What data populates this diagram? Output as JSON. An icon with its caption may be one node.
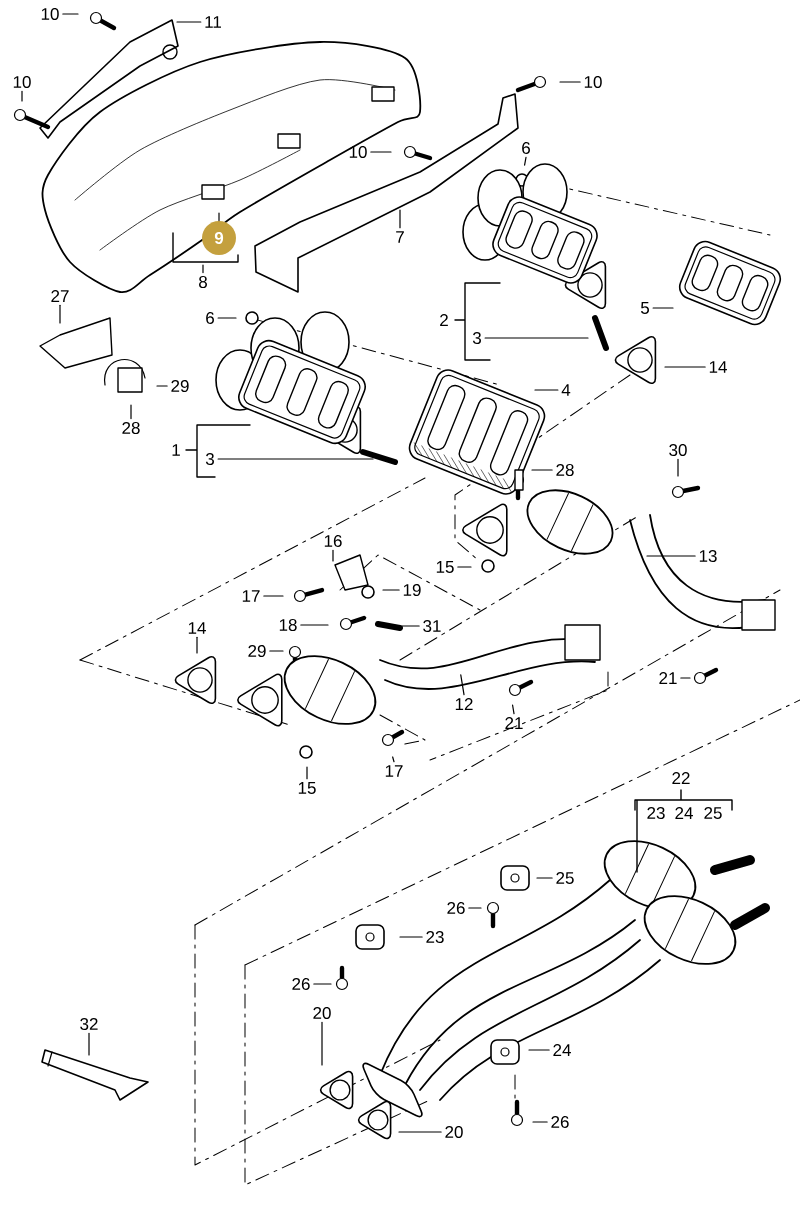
{
  "diagram": {
    "nodes": [
      {
        "text": [
          "10"
        ]
      },
      {
        "text": [
          "11"
        ]
      },
      {
        "text": [
          "10"
        ]
      },
      {
        "text": [
          "10"
        ]
      },
      {
        "text": [
          "6"
        ]
      },
      {
        "text": [
          "10"
        ]
      },
      {
        "text": [
          "7"
        ]
      },
      {
        "text": [
          "9"
        ]
      },
      {
        "text": [
          "8"
        ]
      },
      {
        "text": [
          "27"
        ]
      },
      {
        "text": [
          "6"
        ]
      },
      {
        "text": [
          "2"
        ]
      },
      {
        "text": [
          "3"
        ]
      },
      {
        "text": [
          "5"
        ]
      },
      {
        "text": [
          "14"
        ]
      },
      {
        "text": [
          "29"
        ]
      },
      {
        "text": [
          "4"
        ]
      },
      {
        "text": [
          "28"
        ]
      },
      {
        "text": [
          "1"
        ]
      },
      {
        "text": [
          "3"
        ]
      },
      {
        "text": [
          "28"
        ]
      },
      {
        "text": [
          "30"
        ]
      },
      {
        "text": [
          "13"
        ]
      },
      {
        "text": [
          "16"
        ]
      },
      {
        "text": [
          "15"
        ]
      },
      {
        "text": [
          "17"
        ]
      },
      {
        "text": [
          "19"
        ]
      },
      {
        "text": [
          "18"
        ]
      },
      {
        "text": [
          "31"
        ]
      },
      {
        "text": [
          "14"
        ]
      },
      {
        "text": [
          "29"
        ]
      },
      {
        "text": [
          "21"
        ]
      },
      {
        "text": [
          "12"
        ]
      },
      {
        "text": [
          "21"
        ]
      },
      {
        "text": [
          "17"
        ]
      },
      {
        "text": [
          "15"
        ]
      },
      {
        "text": [
          "22"
        ]
      },
      {
        "text": [
          "25"
        ]
      },
      {
        "text": [
          "26"
        ]
      },
      {
        "text": [
          "23"
        ]
      },
      {
        "text": [
          "26"
        ]
      },
      {
        "text": [
          "32"
        ]
      },
      {
        "text": [
          "20"
        ]
      },
      {
        "text": [
          "24"
        ]
      },
      {
        "text": [
          "20"
        ]
      },
      {
        "text": [
          "26"
        ]
      }
    ],
    "edges": [
      {
        "from": 0,
        "to": null,
        "arrow": "none"
      },
      {
        "from": 1,
        "to": null,
        "arrow": "none"
      },
      {
        "from": 2,
        "to": null,
        "arrow": "none"
      },
      {
        "from": 3,
        "to": null,
        "arrow": "none"
      },
      {
        "from": 4,
        "to": null,
        "arrow": "none"
      },
      {
        "from": 5,
        "to": null,
        "arrow": "none"
      },
      {
        "from": 6,
        "to": null,
        "arrow": "none"
      },
      {
        "from": 7,
        "to": null,
        "arrow": "none"
      },
      {
        "from": 8,
        "to": null,
        "arrow": "none"
      },
      {
        "from": 9,
        "to": null,
        "arrow": "none"
      },
      {
        "from": 10,
        "to": null,
        "arrow": "none"
      },
      {
        "from": 12,
        "to": null,
        "arrow": "none"
      },
      {
        "from": 13,
        "to": null,
        "arrow": "none"
      },
      {
        "from": 14,
        "to": null,
        "arrow": "none"
      },
      {
        "from": 15,
        "to": null,
        "arrow": "none"
      },
      {
        "from": 16,
        "to": null,
        "arrow": "none"
      },
      {
        "from": 17,
        "to": null,
        "arrow": "none"
      },
      {
        "from": 19,
        "to": null,
        "arrow": "none"
      },
      {
        "from": 20,
        "to": null,
        "arrow": "none"
      },
      {
        "from": 21,
        "to": null,
        "arrow": "none"
      },
      {
        "from": 22,
        "to": null,
        "arrow": "none"
      },
      {
        "from": 23,
        "to": null,
        "arrow": "none"
      },
      {
        "from": 24,
        "to": null,
        "arrow": "none"
      },
      {
        "from": 25,
        "to": null,
        "arrow": "none"
      },
      {
        "from": 26,
        "to": null,
        "arrow": "none"
      },
      {
        "from": 27,
        "to": null,
        "arrow": "none"
      },
      {
        "from": 28,
        "to": null,
        "arrow": "none"
      },
      {
        "from": 29,
        "to": null,
        "arrow": "none"
      },
      {
        "from": 30,
        "to": null,
        "arrow": "none"
      },
      {
        "from": 31,
        "to": null,
        "arrow": "none"
      },
      {
        "from": 32,
        "to": null,
        "arrow": "none"
      },
      {
        "from": 33,
        "to": null,
        "arrow": "none"
      },
      {
        "from": 34,
        "to": null,
        "arrow": "none"
      },
      {
        "from": 35,
        "to": null,
        "arrow": "none"
      },
      {
        "from": 37,
        "to": null,
        "arrow": "none"
      },
      {
        "from": 38,
        "to": null,
        "arrow": "none"
      },
      {
        "from": 39,
        "to": null,
        "arrow": "none"
      },
      {
        "from": 40,
        "to": null,
        "arrow": "none"
      },
      {
        "from": 41,
        "to": null,
        "arrow": "none"
      },
      {
        "from": 42,
        "to": null,
        "arrow": "none"
      },
      {
        "from": 43,
        "to": null,
        "arrow": "none"
      },
      {
        "from": 44,
        "to": null,
        "arrow": "none"
      },
      {
        "from": 45,
        "to": null,
        "arrow": "none"
      }
    ],
    "labels": [
      "23",
      "24",
      "25"
    ]
  }
}
